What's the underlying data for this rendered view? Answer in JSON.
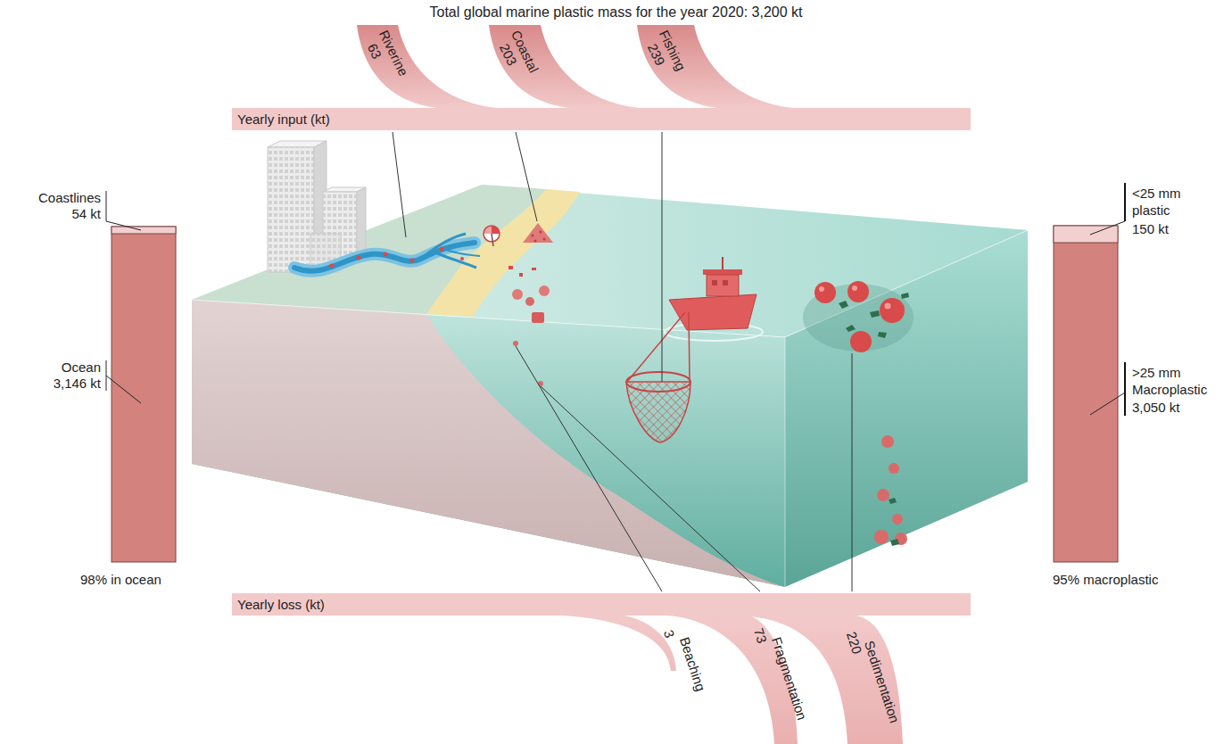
{
  "diagram": {
    "title": "Total global marine plastic mass for the year 2020: 3,200 kt",
    "nodes": [
      {
        "text": [
          "Yearly input (kt)"
        ]
      },
      {
        "text": [
          "Yearly loss (kt)"
        ]
      }
    ],
    "labels": [
      "Riverine",
      "63",
      "Coastal",
      "203",
      "Fishing",
      "239",
      "Coastlines",
      "54 kt",
      "Ocean",
      "3,146 kt",
      "98% in ocean",
      "<25 mm plastic",
      "150 kt",
      ">25 mm Macroplastic",
      "3,050 kt",
      "95% macroplastic",
      "3",
      "Beaching",
      "73",
      "Fragmentation",
      "220",
      "Sedimentation"
    ]
  }
}
